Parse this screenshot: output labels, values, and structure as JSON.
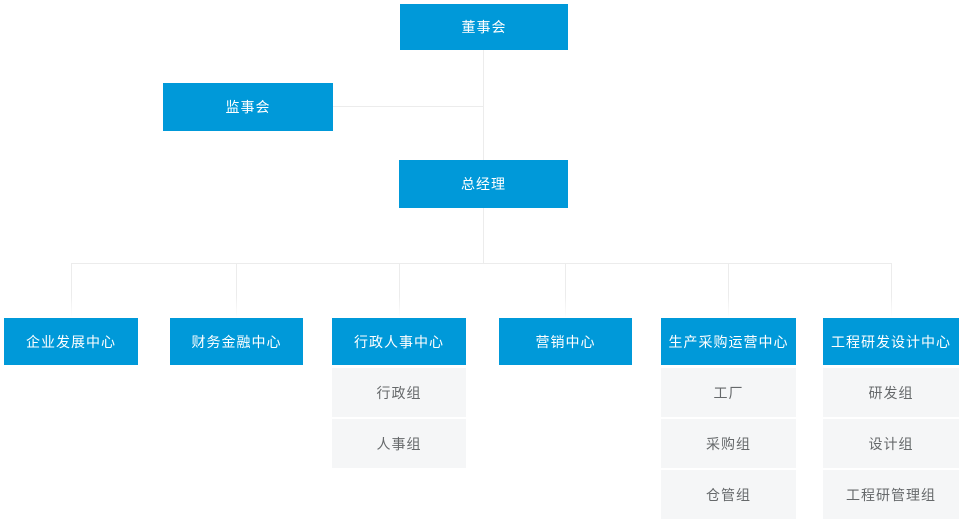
{
  "org": {
    "board": "董事会",
    "supervisory": "监事会",
    "general_manager": "总经理",
    "centers": [
      {
        "label": "企业发展中心",
        "children": []
      },
      {
        "label": "财务金融中心",
        "children": []
      },
      {
        "label": "行政人事中心",
        "children": [
          "行政组",
          "人事组"
        ]
      },
      {
        "label": "营销中心",
        "children": []
      },
      {
        "label": "生产采购运营中心",
        "children": [
          "工厂",
          "采购组",
          "仓管组"
        ]
      },
      {
        "label": "工程研发设计中心",
        "children": [
          "研发组",
          "设计组",
          "工程研管理组"
        ]
      }
    ],
    "colors": {
      "node_bg": "#0099d9",
      "node_text": "#ffffff",
      "cell_bg": "#f5f6f7",
      "cell_text": "#66696b",
      "connector": "#ececec",
      "background": "#ffffff"
    }
  }
}
